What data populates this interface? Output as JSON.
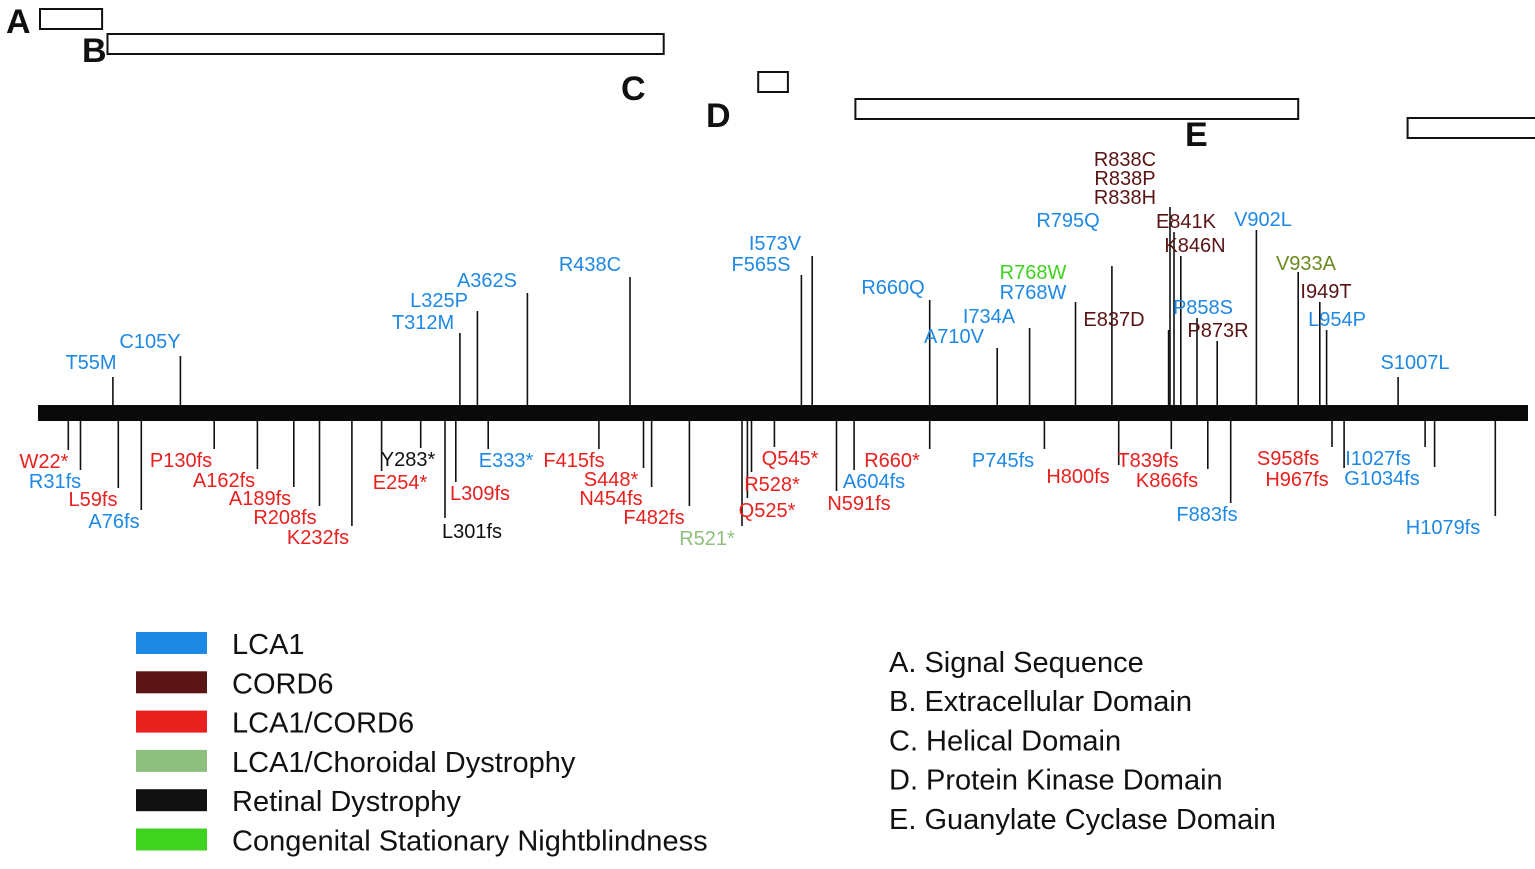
{
  "colors": {
    "lca1": "#1e88e5",
    "cord6": "#5a1414",
    "lca1_cord6": "#e8201e",
    "lca1_choroidal": "#8fbf7f",
    "retinal": "#111111",
    "csnb": "#3fd21e",
    "cord6_lca1": "#6a8a20"
  },
  "domains": [
    {
      "letter": "A",
      "start": 1,
      "end": 47
    },
    {
      "letter": "B",
      "start": 51,
      "end": 463
    },
    {
      "letter": "C",
      "start": 533,
      "end": 555
    },
    {
      "letter": "D",
      "start": 605,
      "end": 933
    },
    {
      "letter": "E",
      "start": 1014,
      "end": 1163
    }
  ],
  "mutations_above": [
    {
      "label": "T55M",
      "pos": 55,
      "cat": "lca1"
    },
    {
      "label": "C105Y",
      "pos": 105,
      "cat": "lca1"
    },
    {
      "label": "T312M",
      "pos": 312,
      "cat": "lca1"
    },
    {
      "label": "L325P",
      "pos": 325,
      "cat": "lca1"
    },
    {
      "label": "A362S",
      "pos": 362,
      "cat": "lca1"
    },
    {
      "label": "R438C",
      "pos": 438,
      "cat": "lca1"
    },
    {
      "label": "F565S",
      "pos": 565,
      "cat": "lca1"
    },
    {
      "label": "I573V",
      "pos": 573,
      "cat": "lca1"
    },
    {
      "label": "R660Q",
      "pos": 660,
      "cat": "lca1"
    },
    {
      "label": "A710V",
      "pos": 710,
      "cat": "lca1"
    },
    {
      "label": "I734A",
      "pos": 734,
      "cat": "lca1"
    },
    {
      "label": "R768W",
      "pos": 768,
      "cat": "csnb"
    },
    {
      "label": "R768W",
      "pos": 768,
      "cat": "lca1"
    },
    {
      "label": "R795Q",
      "pos": 795,
      "cat": "lca1"
    },
    {
      "label": "E837D",
      "pos": 837,
      "cat": "cord6"
    },
    {
      "label": "R838C",
      "pos": 838,
      "cat": "cord6"
    },
    {
      "label": "R838P",
      "pos": 838,
      "cat": "cord6"
    },
    {
      "label": "R838H",
      "pos": 838,
      "cat": "cord6"
    },
    {
      "label": "E841K",
      "pos": 841,
      "cat": "cord6"
    },
    {
      "label": "K846N",
      "pos": 846,
      "cat": "cord6"
    },
    {
      "label": "P858S",
      "pos": 858,
      "cat": "lca1"
    },
    {
      "label": "P873R",
      "pos": 873,
      "cat": "cord6"
    },
    {
      "label": "V902L",
      "pos": 902,
      "cat": "lca1"
    },
    {
      "label": "V933A",
      "pos": 933,
      "cat": "cord6_lca1"
    },
    {
      "label": "I949T",
      "pos": 949,
      "cat": "cord6"
    },
    {
      "label": "L954P",
      "pos": 954,
      "cat": "lca1"
    },
    {
      "label": "S1007L",
      "pos": 1007,
      "cat": "lca1"
    }
  ],
  "mutations_below": [
    {
      "label": "W22*",
      "pos": 22,
      "cat": "lca1_cord6"
    },
    {
      "label": "R31fs",
      "pos": 31,
      "cat": "lca1"
    },
    {
      "label": "L59fs",
      "pos": 59,
      "cat": "lca1_cord6"
    },
    {
      "label": "A76fs",
      "pos": 76,
      "cat": "lca1"
    },
    {
      "label": "P130fs",
      "pos": 130,
      "cat": "lca1_cord6"
    },
    {
      "label": "A162fs",
      "pos": 162,
      "cat": "lca1_cord6"
    },
    {
      "label": "A189fs",
      "pos": 189,
      "cat": "lca1_cord6"
    },
    {
      "label": "R208fs",
      "pos": 208,
      "cat": "lca1_cord6"
    },
    {
      "label": "K232fs",
      "pos": 232,
      "cat": "lca1_cord6"
    },
    {
      "label": "Y283*",
      "pos": 283,
      "cat": "retinal"
    },
    {
      "label": "E254*",
      "pos": 254,
      "cat": "lca1_cord6"
    },
    {
      "label": "L301fs",
      "pos": 301,
      "cat": "retinal"
    },
    {
      "label": "L309fs",
      "pos": 309,
      "cat": "lca1_cord6"
    },
    {
      "label": "E333*",
      "pos": 333,
      "cat": "lca1"
    },
    {
      "label": "F415fs",
      "pos": 415,
      "cat": "lca1_cord6"
    },
    {
      "label": "S448*",
      "pos": 448,
      "cat": "lca1_cord6"
    },
    {
      "label": "N454fs",
      "pos": 454,
      "cat": "lca1_cord6"
    },
    {
      "label": "F482fs",
      "pos": 482,
      "cat": "lca1_cord6"
    },
    {
      "label": "R521*",
      "pos": 521,
      "cat": "lca1_choroidal"
    },
    {
      "label": "Q525*",
      "pos": 525,
      "cat": "lca1_cord6"
    },
    {
      "label": "R528*",
      "pos": 528,
      "cat": "lca1_cord6"
    },
    {
      "label": "Q545*",
      "pos": 545,
      "cat": "lca1_cord6"
    },
    {
      "label": "N591fs",
      "pos": 591,
      "cat": "lca1_cord6"
    },
    {
      "label": "A604fs",
      "pos": 604,
      "cat": "lca1"
    },
    {
      "label": "R660*",
      "pos": 660,
      "cat": "lca1_cord6"
    },
    {
      "label": "P745fs",
      "pos": 745,
      "cat": "lca1"
    },
    {
      "label": "H800fs",
      "pos": 800,
      "cat": "lca1_cord6"
    },
    {
      "label": "T839fs",
      "pos": 839,
      "cat": "lca1_cord6"
    },
    {
      "label": "K866fs",
      "pos": 866,
      "cat": "lca1_cord6"
    },
    {
      "label": "F883fs",
      "pos": 883,
      "cat": "lca1"
    },
    {
      "label": "S958fs",
      "pos": 958,
      "cat": "lca1_cord6"
    },
    {
      "label": "H967fs",
      "pos": 967,
      "cat": "lca1_cord6"
    },
    {
      "label": "I1027fs",
      "pos": 1027,
      "cat": "lca1"
    },
    {
      "label": "G1034fs",
      "pos": 1034,
      "cat": "lca1"
    },
    {
      "label": "H1079fs",
      "pos": 1079,
      "cat": "lca1"
    }
  ],
  "legend": [
    {
      "label": "LCA1",
      "cat": "lca1"
    },
    {
      "label": "CORD6",
      "cat": "cord6"
    },
    {
      "label": "LCA1/CORD6",
      "cat": "lca1_cord6"
    },
    {
      "label": "LCA1/Choroidal Dystrophy",
      "cat": "lca1_choroidal"
    },
    {
      "label": "Retinal Dystrophy",
      "cat": "retinal"
    },
    {
      "label": "Congenital Stationary Nightblindness",
      "cat": "csnb"
    }
  ],
  "domain_key": [
    "A. Signal Sequence",
    "B. Extracellular Domain",
    "C. Helical Domain",
    "D. Protein Kinase Domain",
    "E. Guanylate Cyclase Domain"
  ]
}
